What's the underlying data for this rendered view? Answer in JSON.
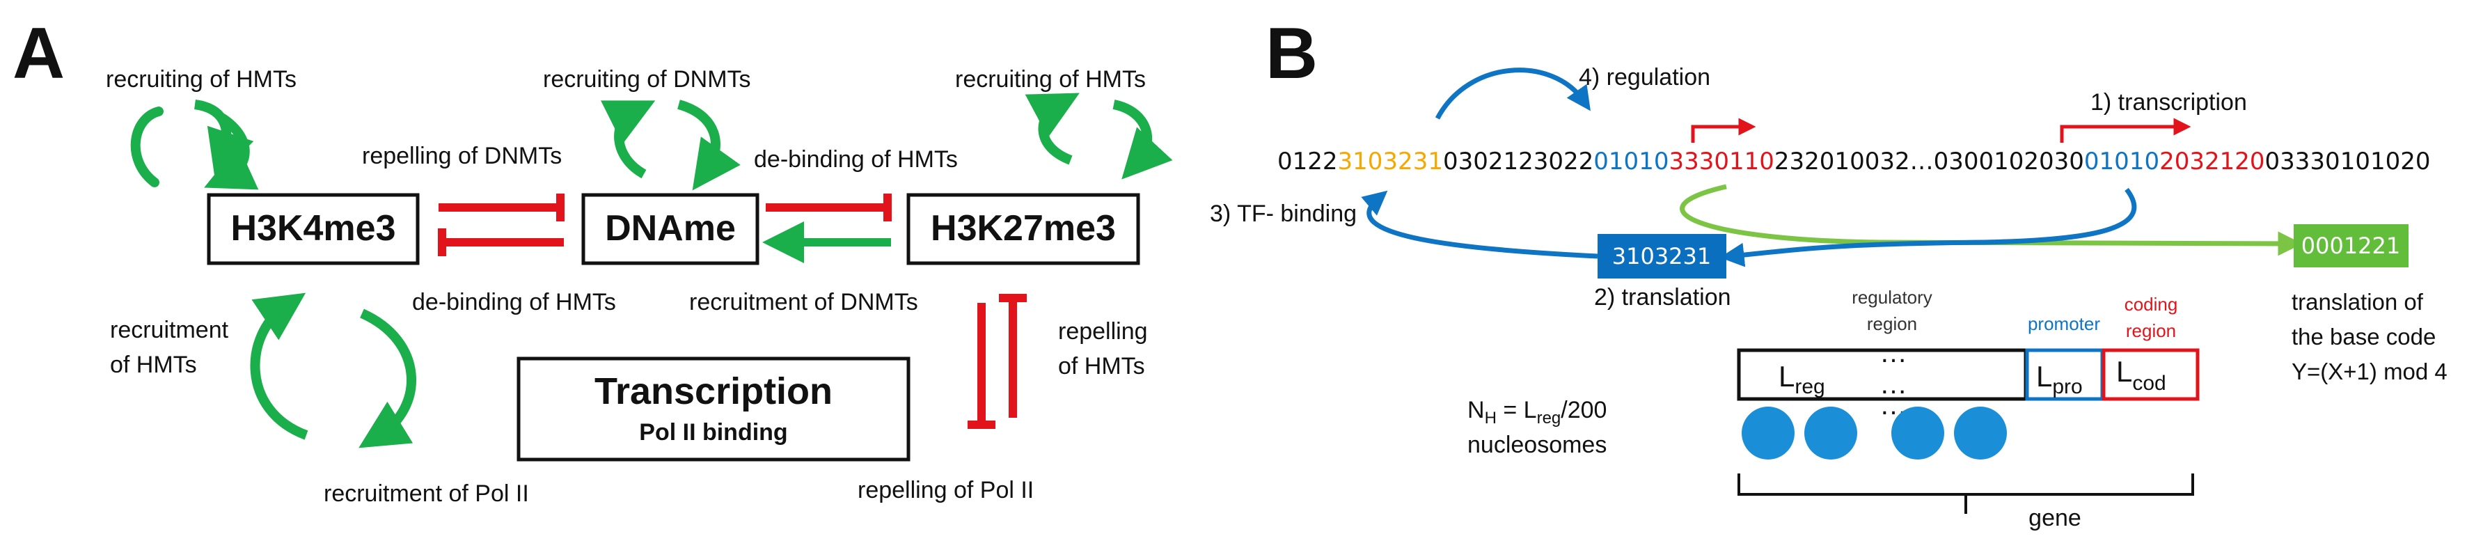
{
  "panel_a": {
    "panel_label": "A",
    "boxes": {
      "h3k4me3": "H3K4me3",
      "dname": "DNAme",
      "h3k27me3": "H3K27me3",
      "transcription_title": "Transcription",
      "transcription_sub": "Pol II binding"
    },
    "labels": {
      "recruiting_hmts_left": "recruiting of HMTs",
      "recruiting_dnmts": "recruiting of DNMTs",
      "recruiting_hmts_right": "recruiting of HMTs",
      "repelling_dnmts": "repelling of DNMTs",
      "debinding_hmts_top": "de-binding of HMTs",
      "debinding_hmts_bottom": "de-binding of HMTs",
      "recruitment_dnmts": "recruitment  of  DNMTs",
      "recruitment_hmts_1": "recruitment",
      "recruitment_hmts_2": "of HMTs",
      "repelling_hmts_1": "repelling",
      "repelling_hmts_2": "of HMTs",
      "recruitment_pol": "recruitment  of Pol II",
      "repelling_pol": "repelling of Pol II"
    },
    "colors": {
      "activate": "#1aaf4b",
      "repress": "#e2141b",
      "box_border": "#111111"
    }
  },
  "panel_b": {
    "panel_label": "B",
    "sequence": {
      "s1": "0122",
      "s2": "3103231",
      "s3": "0302123022",
      "s4": "01010",
      "s5": "3330110",
      "s6": "232010032…0300102030",
      "s7": "01010",
      "s8": "2032120",
      "s9": "03330101020"
    },
    "labels": {
      "regulation": "4) regulation",
      "transcription": "1) transcription",
      "tf_binding": "3) TF- binding",
      "translation": "2) translation",
      "blue_box": "3103231",
      "green_box": "0001221",
      "translation_of_1": "translation of",
      "translation_of_2": "the base code",
      "translation_of_3": "Y=(X+1) mod 4",
      "regulatory_1": "regulatory",
      "regulatory_2": "region",
      "promoter": "promoter",
      "coding_1": "coding",
      "coding_2": "region",
      "dots_top": "…",
      "dots_box": "…",
      "dots_circles": "…",
      "lreg_main": "L",
      "lreg_sub": "reg",
      "lpro_main": "L",
      "lpro_sub": "pro",
      "lcod_main": "L",
      "lcod_sub": "cod",
      "nh_1a": "N",
      "nh_1b": "H",
      "nh_1c": " = L",
      "nh_1d": "reg",
      "nh_1e": "/200",
      "nh_2": "nucleosomes",
      "gene": "gene"
    },
    "colors": {
      "orange": "#f5a800",
      "blue": "#0e74c4",
      "red": "#e2141b",
      "green": "#7cc443",
      "nucleosome": "#1a8fd8",
      "blue_box_fill": "#0a6fbf",
      "green_box_fill": "#62bd3a"
    }
  }
}
